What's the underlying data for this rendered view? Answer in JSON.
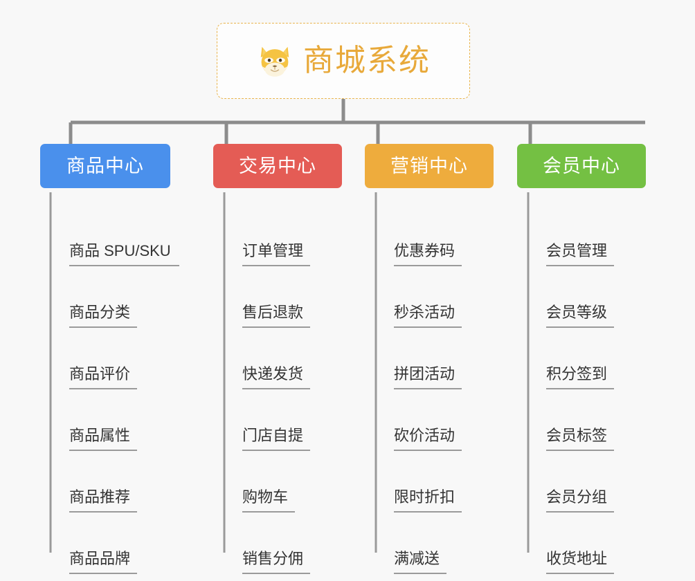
{
  "root": {
    "title": "商城系统",
    "icon": "shiba-dog-emoji",
    "border_color": "#e9b44c",
    "text_color": "#e8a93a"
  },
  "page": {
    "background": "#f8f8f8",
    "connector_color": "#8c8c8c",
    "leaf_text_color": "#333333",
    "leaf_rule_color": "#9a9a9a"
  },
  "columns": [
    {
      "id": "product-center",
      "label": "商品中心",
      "color": "#4a90ec",
      "items": [
        "商品 SPU/SKU",
        "商品分类",
        "商品评价",
        "商品属性",
        "商品推荐",
        "商品品牌"
      ]
    },
    {
      "id": "trade-center",
      "label": "交易中心",
      "color": "#e45c55",
      "items": [
        "订单管理",
        "售后退款",
        "快递发货",
        "门店自提",
        "购物车",
        "销售分佣"
      ]
    },
    {
      "id": "marketing-center",
      "label": "营销中心",
      "color": "#eeac3d",
      "items": [
        "优惠券码",
        "秒杀活动",
        "拼团活动",
        "砍价活动",
        "限时折扣",
        "满减送"
      ]
    },
    {
      "id": "member-center",
      "label": "会员中心",
      "color": "#74c043",
      "items": [
        "会员管理",
        "会员等级",
        "积分签到",
        "会员标签",
        "会员分组",
        "收货地址"
      ]
    }
  ]
}
